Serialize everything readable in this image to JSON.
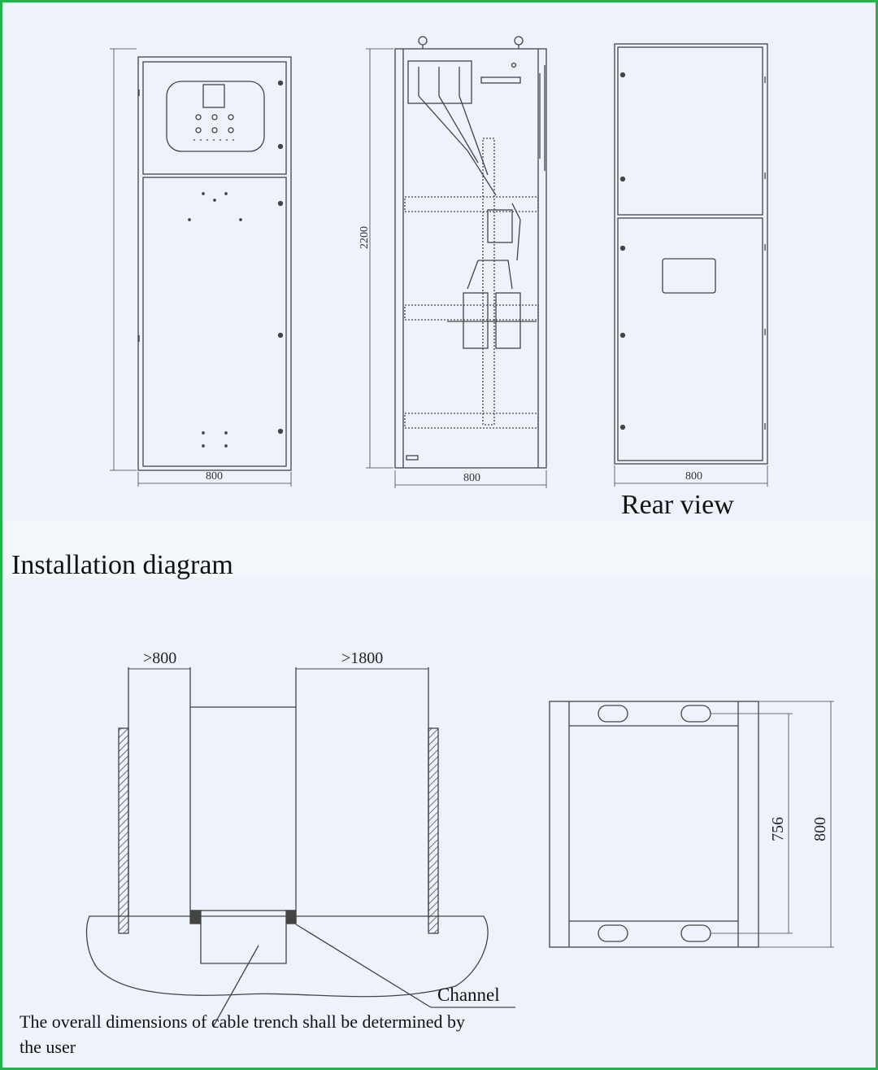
{
  "labels": {
    "rear_view": "Rear view",
    "installation_heading": "Installation diagram",
    "channel": "Channel",
    "cable_note": "The overall dimensions of cable trench shall be determined by the user"
  },
  "dimensions": {
    "front_width": "800",
    "side_height": "2200",
    "side_width": "800",
    "rear_width": "800",
    "front_clearance": ">800",
    "rear_clearance": ">1800",
    "base_inner_depth": "756",
    "base_outer_depth": "800"
  }
}
